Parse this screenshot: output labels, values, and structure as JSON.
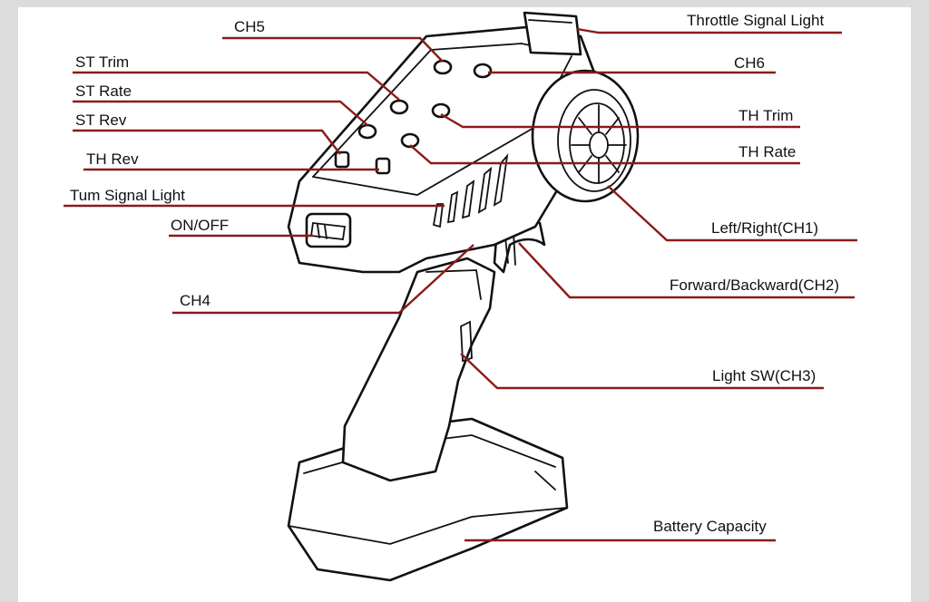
{
  "labels": {
    "ch5": "CH5",
    "throttle_signal_light": "Throttle Signal Light",
    "st_trim": "ST Trim",
    "ch6": "CH6",
    "st_rate": "ST Rate",
    "st_rev": "ST Rev",
    "th_trim": "TH Trim",
    "th_rev": "TH Rev",
    "th_rate": "TH Rate",
    "turn_signal_light": "Tum Signal Light",
    "on_off": "ON/OFF",
    "left_right_ch1": "Left/Right(CH1)",
    "ch4": "CH4",
    "forward_backward_ch2": "Forward/Backward(CH2)",
    "light_sw_ch3": "Light SW(CH3)",
    "battery_capacity": "Battery Capacity"
  },
  "colors": {
    "leader_line": "#8b1a1a",
    "outline": "#111111",
    "background": "#dcdcdc",
    "panel": "#ffffff"
  }
}
